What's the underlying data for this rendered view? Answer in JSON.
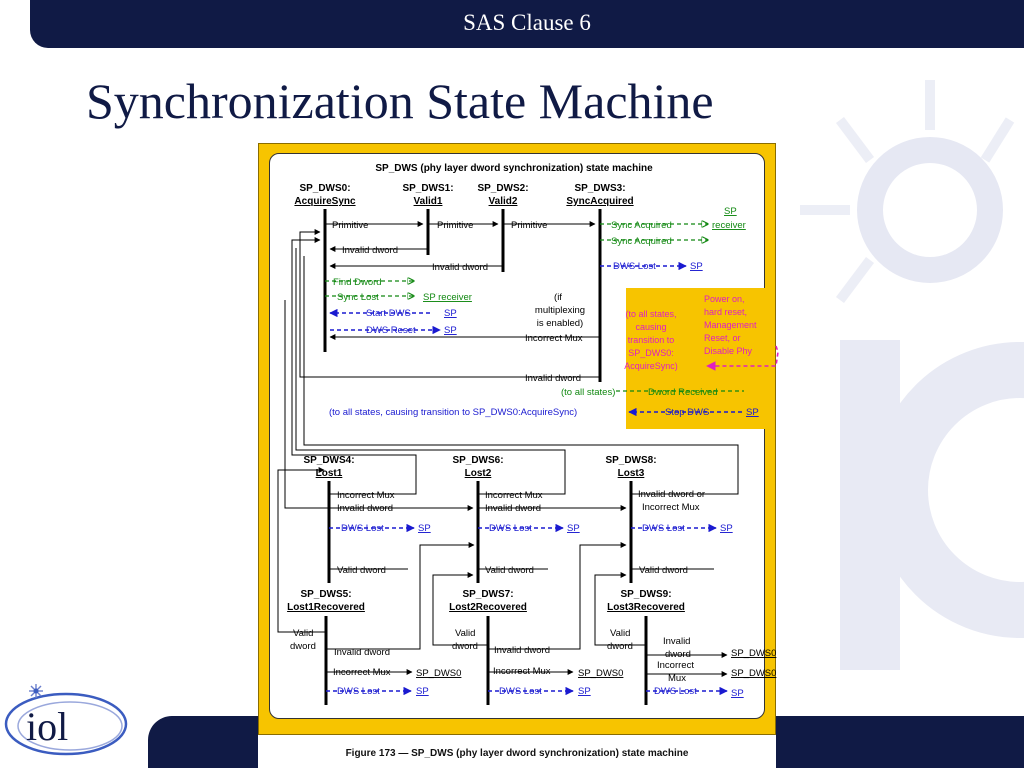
{
  "header": {
    "title": "SAS Clause 6"
  },
  "slide": {
    "title": "Synchronization State Machine"
  },
  "figure": {
    "heading": "SP_DWS (phy layer dword synchronization) state machine",
    "caption": "Figure 173 — SP_DWS (phy layer dword synchronization) state machine",
    "states": {
      "s0_id": "SP_DWS0:",
      "s0_name": "AcquireSync",
      "s1_id": "SP_DWS1:",
      "s1_name": "Valid1",
      "s2_id": "SP_DWS2:",
      "s2_name": "Valid2",
      "s3_id": "SP_DWS3:",
      "s3_name": "SyncAcquired",
      "s4_id": "SP_DWS4:",
      "s4_name": "Lost1",
      "s6_id": "SP_DWS6:",
      "s6_name": "Lost2",
      "s8_id": "SP_DWS8:",
      "s8_name": "Lost3",
      "s5_id": "SP_DWS5:",
      "s5_name": "Lost1Recovered",
      "s7_id": "SP_DWS7:",
      "s7_name": "Lost2Recovered",
      "s9_id": "SP_DWS9:",
      "s9_name": "Lost3Recovered"
    },
    "labels": {
      "primitive": "Primitive",
      "invalid_dword": "Invalid dword",
      "sync_acquired": "Sync Acquired",
      "sp": "SP",
      "receiver": "receiver",
      "dws_lost": "DWS Lost",
      "find_dword": "Find Dword",
      "sync_lost": "Sync Lost",
      "sp_receiver": "SP receiver",
      "start_dws": "Start DWS",
      "dws_reset": "DWS Reset",
      "if": "(if",
      "multiplexing": "multiplexing",
      "is_enabled": "is enabled)",
      "incorrect_mux": "Incorrect Mux",
      "to_all_states_1": "(to all states,",
      "to_all_states_2": "causing",
      "to_all_states_3": "transition to",
      "to_all_states_4": "SP_DWS0:",
      "to_all_states_5": "AcquireSync)",
      "power_1": "Power on,",
      "power_2": "hard reset,",
      "power_3": "Management",
      "power_4": "Reset, or",
      "power_5": "Disable Phy",
      "to_all_states": "(to all states)",
      "dword_received": "Dword Received",
      "to_all_states_long": "(to all states, causing transition to SP_DWS0:AcquireSync)",
      "stop_dws": "Stop DWS",
      "invalid_dword_or": "Invalid dword or",
      "valid_dword": "Valid dword",
      "valid": "Valid",
      "dword": "dword",
      "invalid": "Invalid",
      "incorrect": "Incorrect",
      "mux": "Mux",
      "sp_dws0": "SP_DWS0"
    }
  },
  "logo": {
    "text": "iol"
  },
  "colors": {
    "navy": "#101a45",
    "panel": "#f7c400",
    "green": "#118811",
    "blue": "#1a1ad0",
    "magenta": "#e020c0"
  }
}
